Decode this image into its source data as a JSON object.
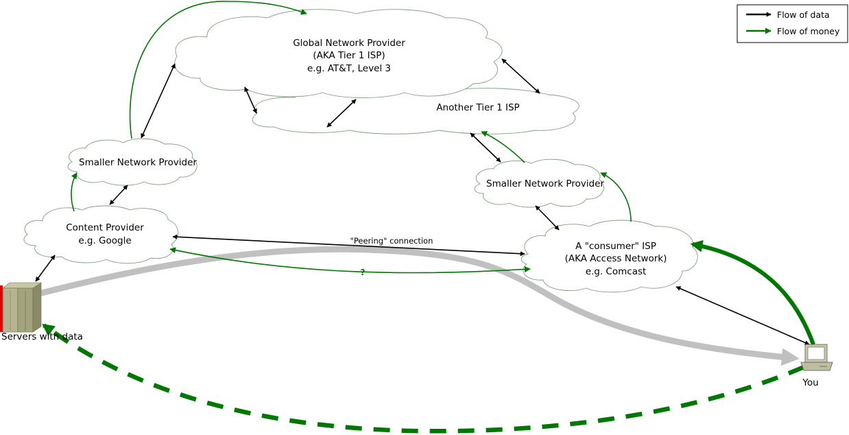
{
  "legend": {
    "data_label": "Flow of data",
    "money_label": "Flow of money",
    "data_color": "#000000",
    "money_color": "#007700"
  },
  "clouds": {
    "global": {
      "lines": [
        "Global Network Provider",
        "(AKA Tier 1 ISP)",
        "e.g. AT&T, Level 3"
      ]
    },
    "tier1b": {
      "lines": [
        "Another Tier 1 ISP"
      ]
    },
    "smaller_left": {
      "lines": [
        "Smaller Network Provider"
      ]
    },
    "smaller_right": {
      "lines": [
        "Smaller Network Provider"
      ]
    },
    "content": {
      "lines": [
        "Content Provider",
        "e.g. Google"
      ]
    },
    "consumer": {
      "lines": [
        "A \"consumer\" ISP",
        "(AKA Access Network)",
        "e.g. Comcast"
      ]
    }
  },
  "labels": {
    "peering": "\"Peering\" connection",
    "question": "?",
    "servers": "Servers with data",
    "you": "You"
  },
  "colors": {
    "path_gray": "#c0c0c0",
    "cloud_stroke": "#7f9f7f",
    "server_red": "#e00000",
    "server_body": "#a7a77f",
    "computer_body": "#c8c8b0"
  }
}
